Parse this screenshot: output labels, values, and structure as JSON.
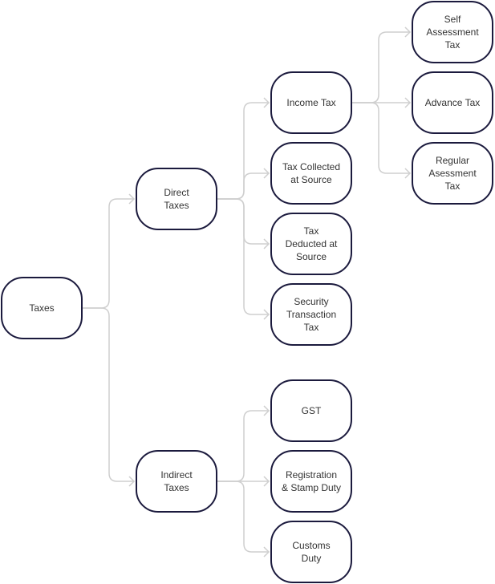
{
  "diagram": {
    "type": "tree",
    "colors": {
      "node_border": "#1b1a3d",
      "edge": "#cfcfcf",
      "text": "#333333"
    },
    "nodes": [
      {
        "id": "taxes",
        "label": "Taxes",
        "parent": null
      },
      {
        "id": "direct",
        "label": "Direct\nTaxes",
        "parent": "taxes"
      },
      {
        "id": "indirect",
        "label": "Indirect\nTaxes",
        "parent": "taxes"
      },
      {
        "id": "income",
        "label": "Income Tax",
        "parent": "direct"
      },
      {
        "id": "tcs",
        "label": "Tax Collected\nat Source",
        "parent": "direct"
      },
      {
        "id": "tds",
        "label": "Tax\nDeducted at\nSource",
        "parent": "direct"
      },
      {
        "id": "stt",
        "label": "Security\nTransaction\nTax",
        "parent": "direct"
      },
      {
        "id": "gst",
        "label": "GST",
        "parent": "indirect"
      },
      {
        "id": "reg",
        "label": "Registration\n& Stamp Duty",
        "parent": "indirect"
      },
      {
        "id": "customs",
        "label": "Customs\nDuty",
        "parent": "indirect"
      },
      {
        "id": "self",
        "label": "Self\nAssessment\nTax",
        "parent": "income"
      },
      {
        "id": "advance",
        "label": "Advance Tax",
        "parent": "income"
      },
      {
        "id": "regular",
        "label": "Regular\nAsessment\nTax",
        "parent": "income"
      }
    ]
  }
}
